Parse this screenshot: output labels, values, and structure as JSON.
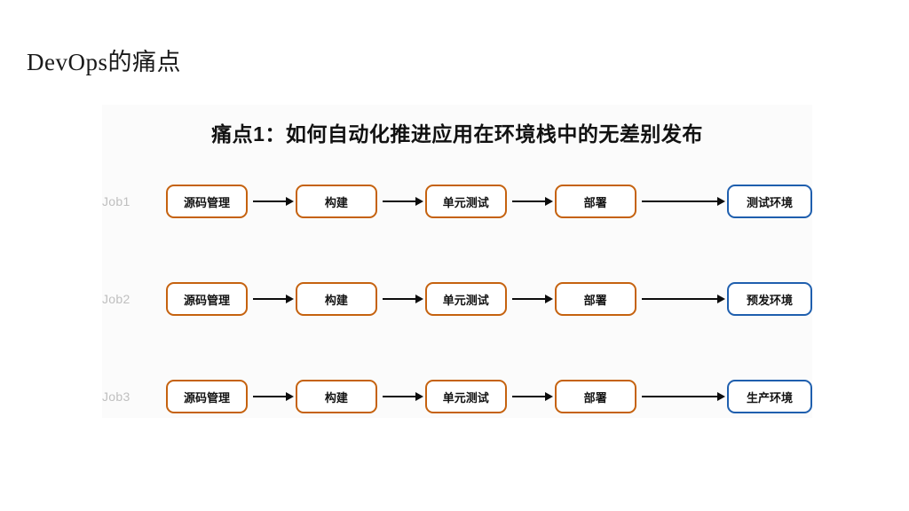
{
  "slide": {
    "title": "DevOps的痛点",
    "diagram_heading": "痛点1：如何自动化推进应用在环境栈中的无差别发布"
  },
  "colors": {
    "stage_border": "#c5620f",
    "environment_border": "#1f5fae",
    "arrow": "#0c0c0c",
    "job_label": "#bfbfbf",
    "panel_background": "#fbfbfb",
    "page_background": "#ffffff",
    "heading_text": "#121212"
  },
  "diagram": {
    "type": "pipeline-flow",
    "rows": [
      {
        "job_label": "Job1",
        "stages": [
          "源码管理",
          "构建",
          "单元测试",
          "部署"
        ],
        "environment": "测试环境"
      },
      {
        "job_label": "Job2",
        "stages": [
          "源码管理",
          "构建",
          "单元测试",
          "部署"
        ],
        "environment": "预发环境"
      },
      {
        "job_label": "Job3",
        "stages": [
          "源码管理",
          "构建",
          "单元测试",
          "部署"
        ],
        "environment": "生产环境"
      }
    ]
  }
}
